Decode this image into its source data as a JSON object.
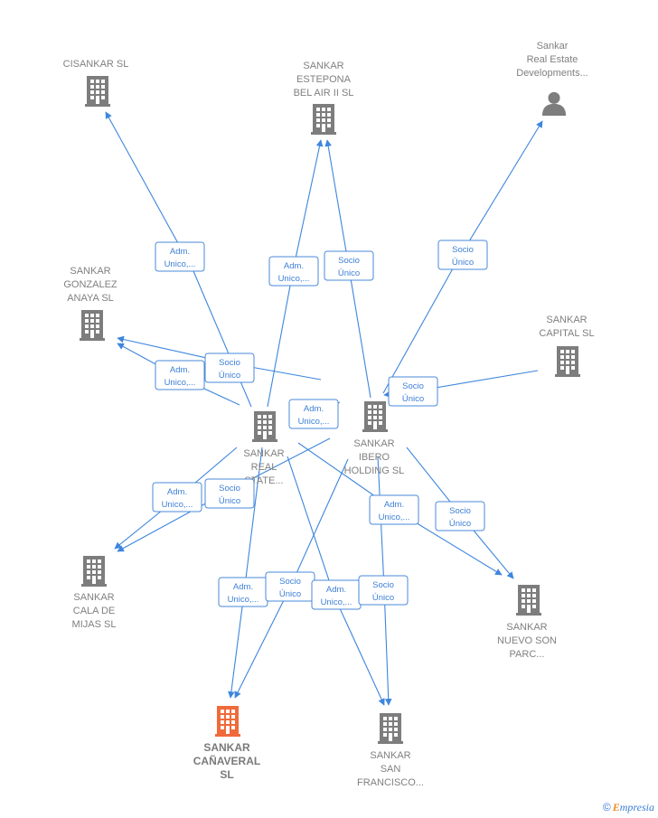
{
  "colors": {
    "edge": "#3d86dd",
    "building": "#7d7d7d",
    "building_highlight": "#f06a3a",
    "person": "#7d7d7d"
  },
  "nodes": [
    {
      "id": "cisankar",
      "type": "building-icon",
      "lines": [
        "CISANKAR  SL"
      ]
    },
    {
      "id": "estepona",
      "type": "building-icon",
      "lines": [
        "SANKAR",
        "ESTEPONA",
        "BEL AIR II  SL"
      ]
    },
    {
      "id": "sankar_re_dev",
      "type": "person-icon",
      "lines": [
        "Sankar",
        "Real Estate",
        "Developments..."
      ]
    },
    {
      "id": "gonzalez",
      "type": "building-icon",
      "lines": [
        "SANKAR",
        "GONZALEZ",
        "ANAYA  SL"
      ]
    },
    {
      "id": "capital",
      "type": "building-icon",
      "lines": [
        "SANKAR",
        "CAPITAL SL"
      ]
    },
    {
      "id": "real_state",
      "type": "building-icon",
      "lines": [
        "SANKAR",
        "REAL",
        "STATE..."
      ]
    },
    {
      "id": "ibero",
      "type": "building-icon",
      "lines": [
        "SANKAR",
        "IBERO",
        "HOLDING  SL"
      ]
    },
    {
      "id": "cala",
      "type": "building-icon",
      "lines": [
        "SANKAR",
        "CALA DE",
        "MIJAS  SL"
      ]
    },
    {
      "id": "nuevo",
      "type": "building-icon",
      "lines": [
        "SANKAR",
        "NUEVO SON",
        "PARC..."
      ]
    },
    {
      "id": "canaveral",
      "type": "building-icon",
      "highlight": true,
      "lines": [
        "SANKAR",
        "CAÑAVERAL",
        "SL"
      ]
    },
    {
      "id": "san_francisco",
      "type": "building-icon",
      "lines": [
        "SANKAR",
        "SAN",
        "FRANCISCO..."
      ]
    }
  ],
  "edge_labels": [
    {
      "id": "e1",
      "lines": [
        "Adm.",
        "Unico,..."
      ]
    },
    {
      "id": "e2",
      "lines": [
        "Adm.",
        "Unico,..."
      ]
    },
    {
      "id": "e3",
      "lines": [
        "Socio",
        "Único"
      ]
    },
    {
      "id": "e4",
      "lines": [
        "Socio",
        "Único"
      ]
    },
    {
      "id": "e5",
      "lines": [
        "Adm.",
        "Unico,..."
      ]
    },
    {
      "id": "e6",
      "lines": [
        "Socio",
        "Único"
      ]
    },
    {
      "id": "e7",
      "lines": [
        "Socio",
        "Único"
      ]
    },
    {
      "id": "e8",
      "lines": [
        "Adm.",
        "Unico,..."
      ]
    },
    {
      "id": "e9",
      "lines": [
        "Adm.",
        "Unico,..."
      ]
    },
    {
      "id": "e10",
      "lines": [
        "Socio",
        "Único"
      ]
    },
    {
      "id": "e11",
      "lines": [
        "Adm.",
        "Unico,..."
      ]
    },
    {
      "id": "e12",
      "lines": [
        "Socio",
        "Único"
      ]
    },
    {
      "id": "e13",
      "lines": [
        "Adm.",
        "Unico,..."
      ]
    },
    {
      "id": "e14",
      "lines": [
        "Socio",
        "Único"
      ]
    },
    {
      "id": "e15",
      "lines": [
        "Adm.",
        "Unico,..."
      ]
    },
    {
      "id": "e16",
      "lines": [
        "Socio",
        "Único"
      ]
    }
  ],
  "watermark": {
    "symbol": "©",
    "initial": "E",
    "rest": "mpresia"
  }
}
